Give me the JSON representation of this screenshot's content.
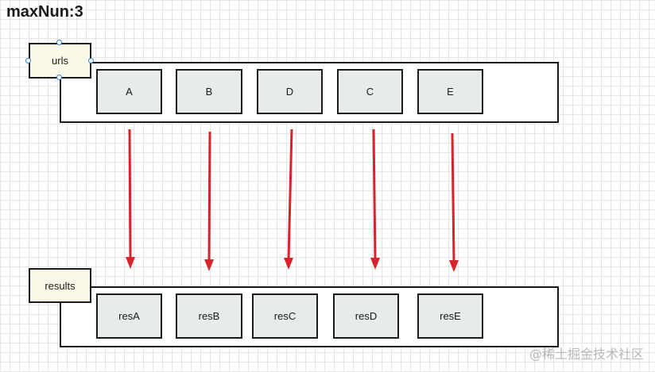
{
  "title": "maxNun:3",
  "urls": {
    "label": "urls",
    "items": [
      "A",
      "B",
      "D",
      "C",
      "E"
    ]
  },
  "results": {
    "label": "results",
    "items": [
      "resA",
      "resB",
      "resC",
      "resD",
      "resE"
    ]
  },
  "watermark": "@稀土掘金技术社区",
  "colors": {
    "arrow": "#d9222a",
    "label_fill": "#fcf9e8",
    "item_fill": "#e7ebec",
    "handle": "#2f7fd0"
  }
}
